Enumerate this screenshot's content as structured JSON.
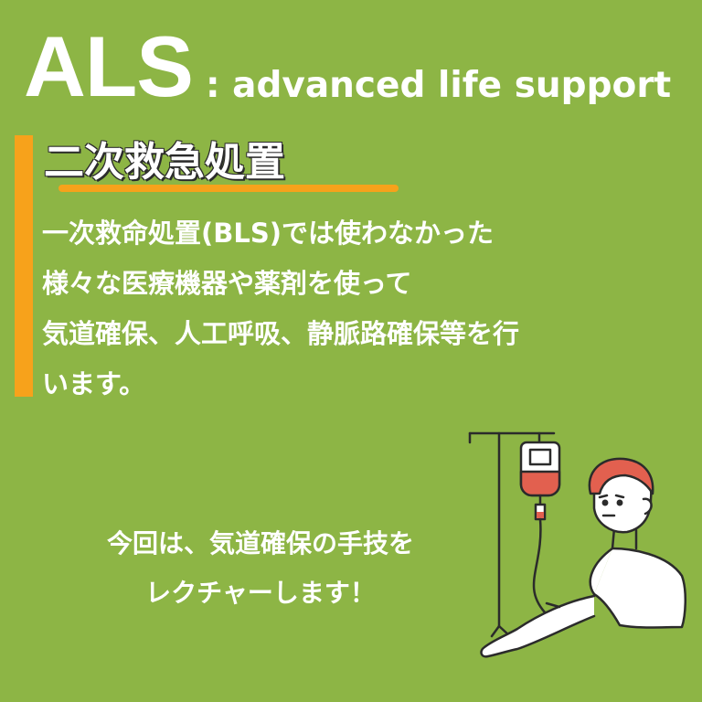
{
  "title": {
    "main": "ALS",
    "sub": ": advanced life support"
  },
  "heading": "二次救急処置",
  "body_lines": [
    "一次救命処置(BLS)では使わなかった",
    "様々な医療機器や薬剤を使って",
    "気道確保、人工呼吸、静脈路確保等を行",
    "います。"
  ],
  "cta_lines": [
    "今回は、気道確保の手技を",
    "レクチャーします！"
  ],
  "colors": {
    "background": "#8db545",
    "accent": "#f7a21b",
    "text": "#ffffff"
  },
  "icons": [
    "iv-drip-icon",
    "patient-illustration"
  ]
}
